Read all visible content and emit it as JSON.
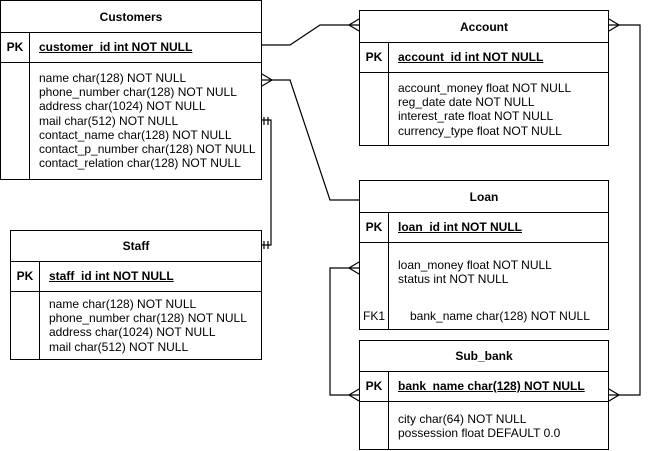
{
  "tables": {
    "customers": {
      "name": "Customers",
      "pk_label": "PK",
      "pk_field": "customer_id int NOT NULL",
      "fields": [
        "name char(128) NOT NULL",
        "phone_number char(128) NOT NULL",
        "address char(1024) NOT NULL",
        "mail char(512) NOT NULL",
        "contact_name char(128) NOT NULL",
        "contact_p_number char(128) NOT NULL",
        "contact_relation char(128) NOT NULL"
      ]
    },
    "staff": {
      "name": "Staff",
      "pk_label": "PK",
      "pk_field": "staff_id int NOT NULL",
      "fields": [
        "name char(128) NOT NULL",
        "phone_number char(128) NOT NULL",
        "address char(1024) NOT NULL",
        "mail char(512) NOT NULL"
      ]
    },
    "account": {
      "name": "Account",
      "pk_label": "PK",
      "pk_field": "account_id int NOT NULL",
      "fields": [
        "account_money float NOT NULL",
        "reg_date date NOT NULL",
        "interest_rate float NOT NULL",
        "currency_type float NOT NULL"
      ]
    },
    "loan": {
      "name": "Loan",
      "pk_label": "PK",
      "pk_field": "loan_id int NOT NULL",
      "fields": [
        "loan_money float NOT NULL",
        "status int NOT NULL"
      ],
      "fk_label": "FK1",
      "fk_field": "bank_name char(128) NOT NULL"
    },
    "sub_bank": {
      "name": "Sub_bank",
      "pk_label": "PK",
      "pk_field": "bank_name char(128) NOT NULL",
      "fields": [
        "city char(64) NOT NULL",
        "possession float DEFAULT 0.0"
      ]
    }
  },
  "colors": {
    "line": "#000000",
    "background": "#ffffff"
  }
}
